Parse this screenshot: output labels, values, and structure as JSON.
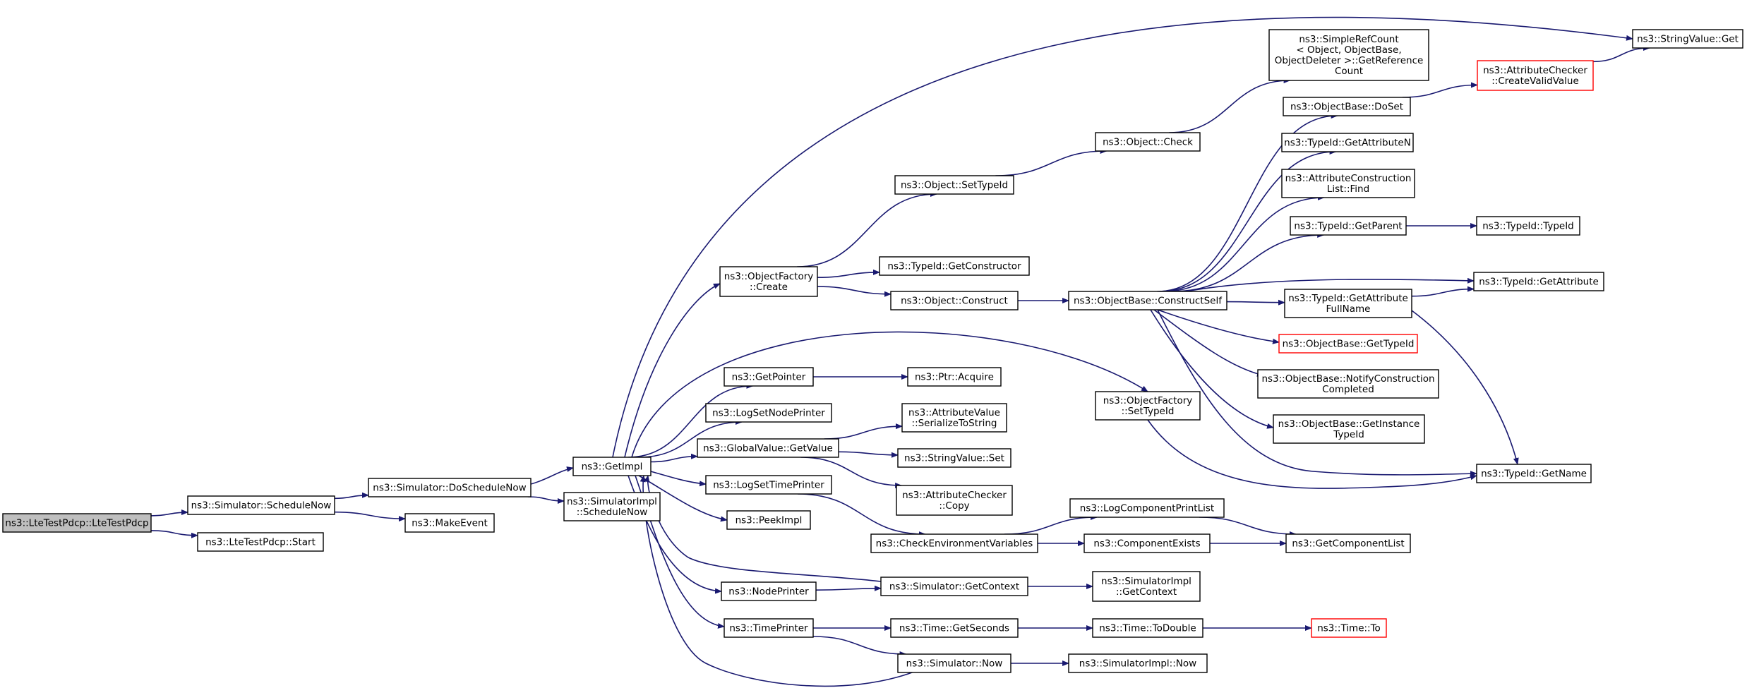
{
  "colors": {
    "edge": "#191970",
    "border": "#000000",
    "border_alt": "#ff0000",
    "root_fill": "#bfbfbf"
  },
  "nodes": [
    {
      "id": "n0",
      "lines": [
        "ns3::LteTestPdcp::LteTestPdcp"
      ],
      "root": true
    },
    {
      "id": "n1",
      "lines": [
        "ns3::Simulator::ScheduleNow"
      ]
    },
    {
      "id": "n2",
      "lines": [
        "ns3::LteTestPdcp::Start"
      ]
    },
    {
      "id": "n3",
      "lines": [
        "ns3::Simulator::DoScheduleNow"
      ]
    },
    {
      "id": "n4",
      "lines": [
        "ns3::MakeEvent"
      ]
    },
    {
      "id": "n5",
      "lines": [
        "ns3::GetImpl"
      ]
    },
    {
      "id": "n6",
      "lines": [
        "ns3::SimulatorImpl",
        "::ScheduleNow"
      ]
    },
    {
      "id": "n7",
      "lines": [
        "ns3::ObjectFactory",
        "::Create"
      ]
    },
    {
      "id": "n8",
      "lines": [
        "ns3::GetPointer"
      ]
    },
    {
      "id": "n9",
      "lines": [
        "ns3::LogSetNodePrinter"
      ]
    },
    {
      "id": "n10",
      "lines": [
        "ns3::GlobalValue::GetValue"
      ]
    },
    {
      "id": "n11",
      "lines": [
        "ns3::LogSetTimePrinter"
      ]
    },
    {
      "id": "n12",
      "lines": [
        "ns3::PeekImpl"
      ]
    },
    {
      "id": "n13",
      "lines": [
        "ns3::NodePrinter"
      ]
    },
    {
      "id": "n14",
      "lines": [
        "ns3::TimePrinter"
      ]
    },
    {
      "id": "n15",
      "lines": [
        "ns3::Object::SetTypeId"
      ]
    },
    {
      "id": "n16",
      "lines": [
        "ns3::TypeId::GetConstructor"
      ]
    },
    {
      "id": "n17",
      "lines": [
        "ns3::Object::Construct"
      ]
    },
    {
      "id": "n18",
      "lines": [
        "ns3::Ptr::Acquire"
      ]
    },
    {
      "id": "n19",
      "lines": [
        "ns3::AttributeValue",
        "::SerializeToString"
      ]
    },
    {
      "id": "n20",
      "lines": [
        "ns3::StringValue::Set"
      ]
    },
    {
      "id": "n21",
      "lines": [
        "ns3::AttributeChecker",
        "::Copy"
      ]
    },
    {
      "id": "n22",
      "lines": [
        "ns3::CheckEnvironmentVariables"
      ]
    },
    {
      "id": "n23",
      "lines": [
        "ns3::Simulator::GetContext"
      ]
    },
    {
      "id": "n24",
      "lines": [
        "ns3::Time::GetSeconds"
      ]
    },
    {
      "id": "n25",
      "lines": [
        "ns3::Simulator::Now"
      ]
    },
    {
      "id": "n26",
      "lines": [
        "ns3::Object::Check"
      ]
    },
    {
      "id": "n27",
      "lines": [
        "ns3::ObjectBase::ConstructSelf"
      ]
    },
    {
      "id": "n28",
      "lines": [
        "ns3::ObjectFactory",
        "::SetTypeId"
      ]
    },
    {
      "id": "n29",
      "lines": [
        "ns3::LogComponentPrintList"
      ]
    },
    {
      "id": "n30",
      "lines": [
        "ns3::ComponentExists"
      ]
    },
    {
      "id": "n31",
      "lines": [
        "ns3::SimulatorImpl",
        "::GetContext"
      ]
    },
    {
      "id": "n32",
      "lines": [
        "ns3::Time::ToDouble"
      ]
    },
    {
      "id": "n33",
      "lines": [
        "ns3::SimulatorImpl::Now"
      ]
    },
    {
      "id": "n34",
      "lines": [
        "ns3::SimpleRefCount",
        "< Object, ObjectBase,",
        "ObjectDeleter >::GetReference",
        "Count"
      ]
    },
    {
      "id": "n35",
      "lines": [
        "ns3::ObjectBase::DoSet"
      ]
    },
    {
      "id": "n36",
      "lines": [
        "ns3::TypeId::GetAttributeN"
      ]
    },
    {
      "id": "n37",
      "lines": [
        "ns3::AttributeConstruction",
        "List::Find"
      ]
    },
    {
      "id": "n38",
      "lines": [
        "ns3::TypeId::GetParent"
      ]
    },
    {
      "id": "n39",
      "lines": [
        "ns3::TypeId::GetAttribute",
        "FullName"
      ]
    },
    {
      "id": "n40",
      "lines": [
        "ns3::ObjectBase::GetTypeId"
      ],
      "red": true
    },
    {
      "id": "n41",
      "lines": [
        "ns3::ObjectBase::NotifyConstruction",
        "Completed"
      ]
    },
    {
      "id": "n42",
      "lines": [
        "ns3::ObjectBase::GetInstance",
        "TypeId"
      ]
    },
    {
      "id": "n43",
      "lines": [
        "ns3::GetComponentList"
      ]
    },
    {
      "id": "n44",
      "lines": [
        "ns3::Time::To"
      ],
      "red": true
    },
    {
      "id": "n45",
      "lines": [
        "ns3::AttributeChecker",
        "::CreateValidValue"
      ],
      "red": true
    },
    {
      "id": "n46",
      "lines": [
        "ns3::StringValue::Get"
      ]
    },
    {
      "id": "n47",
      "lines": [
        "ns3::TypeId::TypeId"
      ]
    },
    {
      "id": "n48",
      "lines": [
        "ns3::TypeId::GetAttribute"
      ]
    },
    {
      "id": "n49",
      "lines": [
        "ns3::TypeId::GetName"
      ]
    }
  ],
  "edges": [
    [
      "n0",
      "n1"
    ],
    [
      "n0",
      "n2"
    ],
    [
      "n1",
      "n3"
    ],
    [
      "n1",
      "n4"
    ],
    [
      "n3",
      "n5"
    ],
    [
      "n3",
      "n6"
    ],
    [
      "n5",
      "n7"
    ],
    [
      "n5",
      "n8"
    ],
    [
      "n5",
      "n9"
    ],
    [
      "n5",
      "n10"
    ],
    [
      "n5",
      "n11"
    ],
    [
      "n5",
      "n12"
    ],
    [
      "n5",
      "n13"
    ],
    [
      "n5",
      "n14"
    ],
    [
      "n5",
      "n28"
    ],
    [
      "n5",
      "n46"
    ],
    [
      "n7",
      "n15"
    ],
    [
      "n7",
      "n16"
    ],
    [
      "n7",
      "n17"
    ],
    [
      "n8",
      "n18"
    ],
    [
      "n10",
      "n19"
    ],
    [
      "n10",
      "n20"
    ],
    [
      "n10",
      "n21"
    ],
    [
      "n11",
      "n22"
    ],
    [
      "n13",
      "n23"
    ],
    [
      "n14",
      "n24"
    ],
    [
      "n14",
      "n25"
    ],
    [
      "n15",
      "n26"
    ],
    [
      "n17",
      "n27"
    ],
    [
      "n22",
      "n29"
    ],
    [
      "n22",
      "n30"
    ],
    [
      "n23",
      "n5"
    ],
    [
      "n23",
      "n31"
    ],
    [
      "n24",
      "n32"
    ],
    [
      "n25",
      "n5"
    ],
    [
      "n25",
      "n33"
    ],
    [
      "n26",
      "n34"
    ],
    [
      "n27",
      "n35"
    ],
    [
      "n27",
      "n36"
    ],
    [
      "n27",
      "n37"
    ],
    [
      "n27",
      "n38"
    ],
    [
      "n27",
      "n39"
    ],
    [
      "n27",
      "n40"
    ],
    [
      "n27",
      "n41"
    ],
    [
      "n27",
      "n42"
    ],
    [
      "n27",
      "n48"
    ],
    [
      "n27",
      "n49"
    ],
    [
      "n28",
      "n49"
    ],
    [
      "n29",
      "n43"
    ],
    [
      "n30",
      "n43"
    ],
    [
      "n32",
      "n44"
    ],
    [
      "n35",
      "n45"
    ],
    [
      "n45",
      "n46"
    ],
    [
      "n38",
      "n47"
    ],
    [
      "n39",
      "n48"
    ],
    [
      "n39",
      "n49"
    ]
  ]
}
